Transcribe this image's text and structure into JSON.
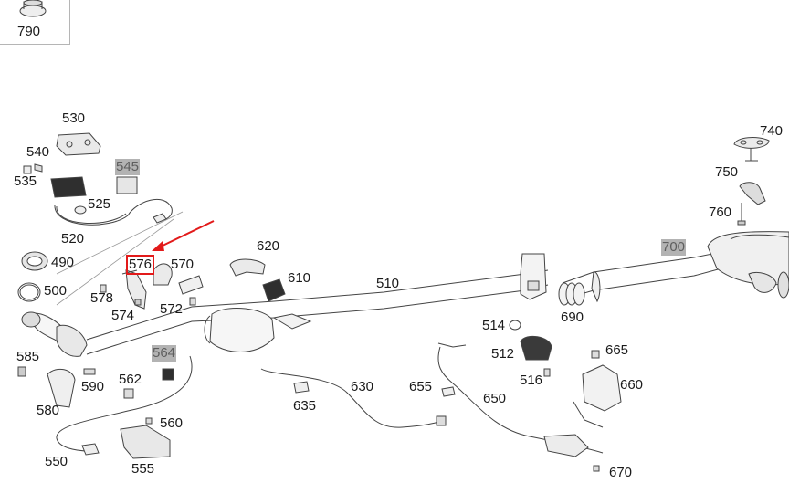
{
  "diagram": {
    "highlight_color": "#e21a1a",
    "shade_color": "#b3b3b3",
    "selected_part": "576",
    "inset_label": "790",
    "labels": {
      "p790": "790",
      "p530": "530",
      "p540": "540",
      "p535": "535",
      "p545": "545",
      "p525": "525",
      "p520": "520",
      "p490": "490",
      "p500": "500",
      "p576": "576",
      "p570": "570",
      "p578": "578",
      "p574": "574",
      "p572": "572",
      "p620": "620",
      "p610": "610",
      "p510": "510",
      "p690": "690",
      "p514": "514",
      "p512": "512",
      "p516": "516",
      "p665": "665",
      "p660": "660",
      "p585": "585",
      "p564": "564",
      "p590": "590",
      "p580": "580",
      "p562": "562",
      "p560": "560",
      "p550": "550",
      "p555": "555",
      "p630": "630",
      "p635": "635",
      "p655": "655",
      "p650": "650",
      "p670": "670",
      "p700": "700",
      "p740": "740",
      "p750": "750",
      "p760": "760"
    }
  }
}
